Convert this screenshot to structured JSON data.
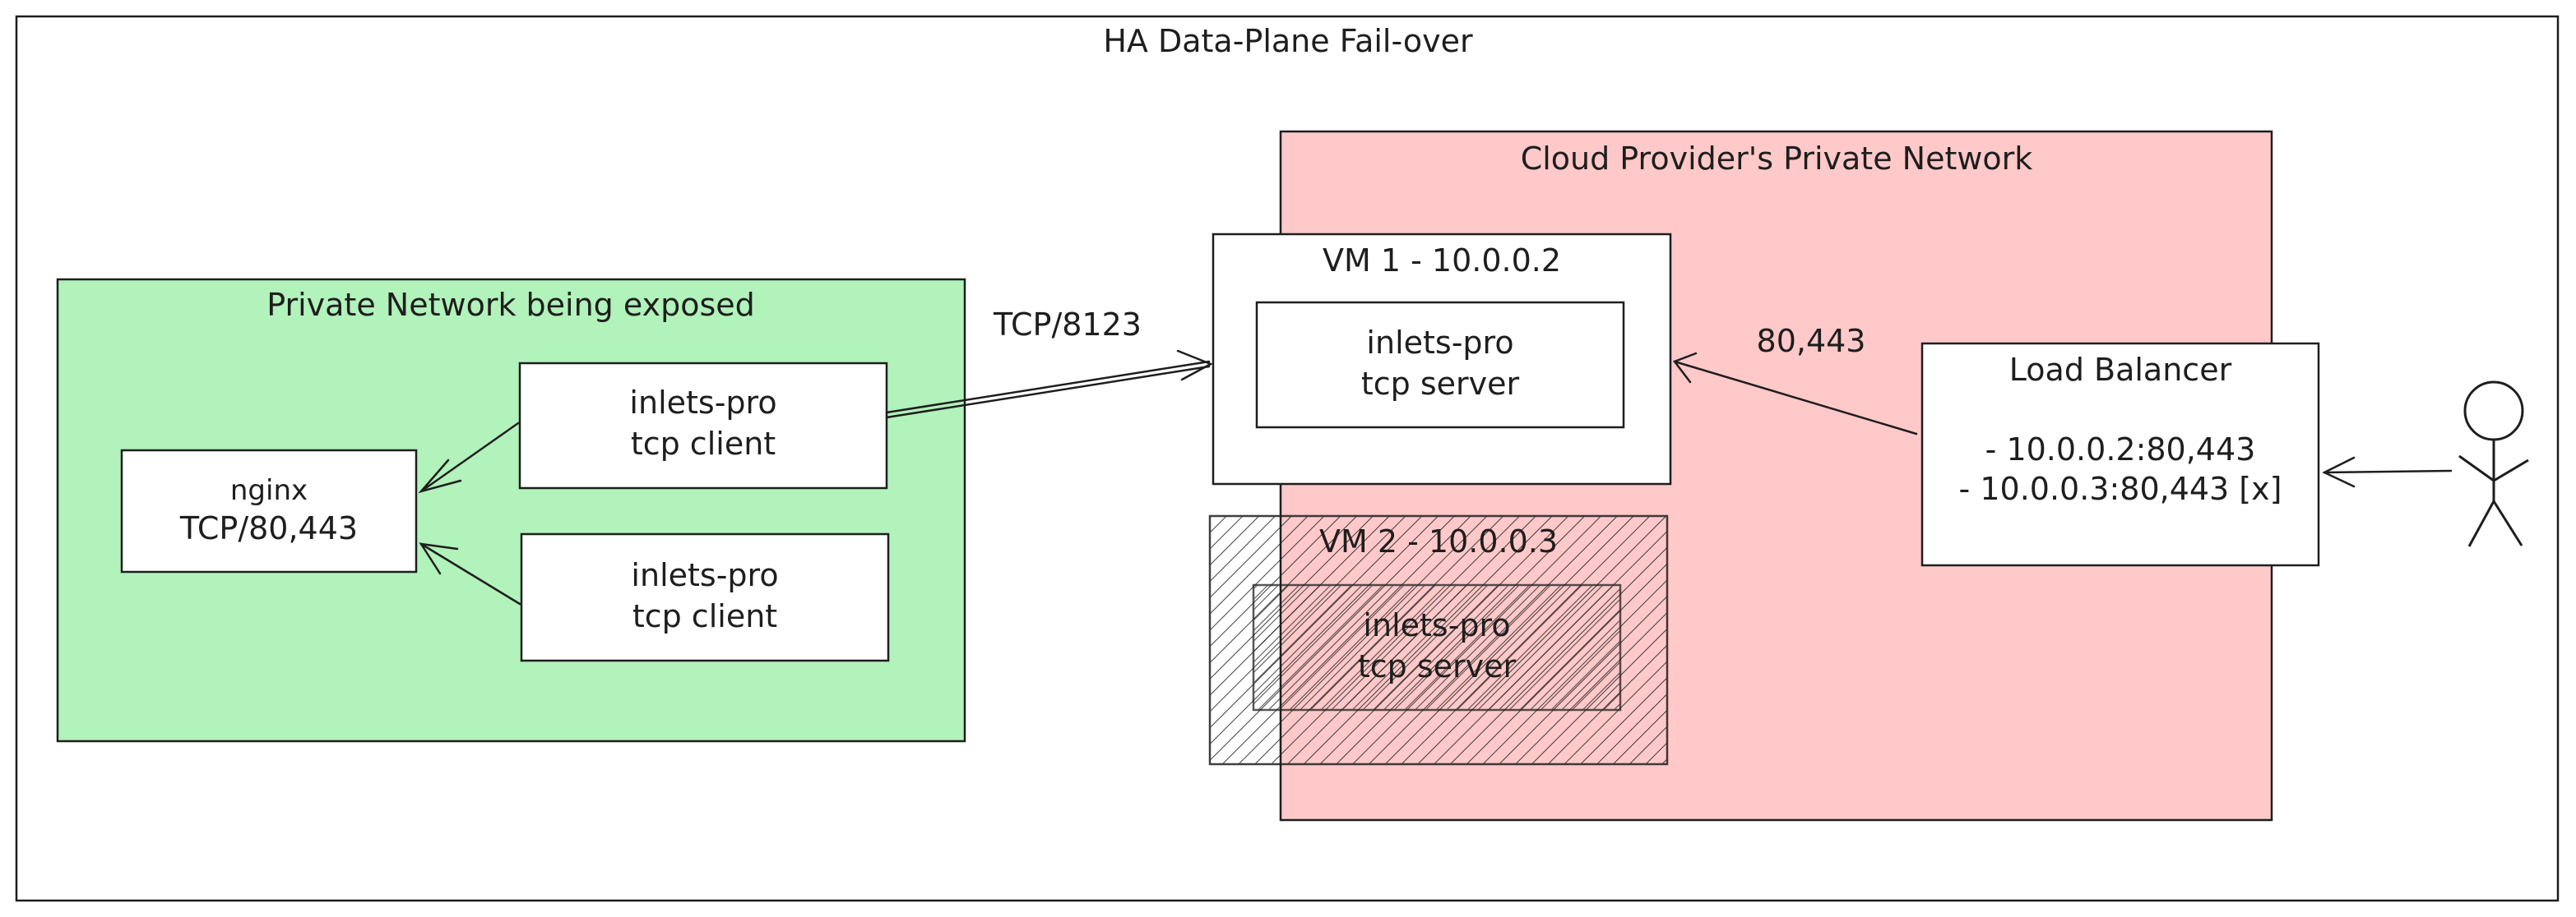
{
  "title": "HA Data-Plane Fail-over",
  "private_network": {
    "label": "Private Network being exposed",
    "nginx": {
      "line1": "nginx",
      "line2": "TCP/80,443"
    },
    "client_1": {
      "line1": "inlets-pro",
      "line2": "tcp client"
    },
    "client_2": {
      "line1": "inlets-pro",
      "line2": "tcp client"
    }
  },
  "cloud_network": {
    "label": "Cloud Provider's Private Network",
    "vm1": {
      "label": "VM 1 - 10.0.0.2",
      "server": {
        "line1": "inlets-pro",
        "line2": "tcp server"
      }
    },
    "vm2": {
      "label": "VM 2 - 10.0.0.3",
      "server": {
        "line1": "inlets-pro",
        "line2": "tcp server"
      },
      "state": "failed"
    }
  },
  "load_balancer": {
    "label": "Load Balancer",
    "targets": [
      "- 10.0.0.2:80,443",
      "- 10.0.0.3:80,443 [x]"
    ]
  },
  "edges": {
    "tunnel_label": "TCP/8123",
    "lb_label": "80,443"
  },
  "colors": {
    "private_fill": "#b2f2bb",
    "cloud_fill": "#ffc9c9",
    "stroke": "#1e1e1e"
  }
}
